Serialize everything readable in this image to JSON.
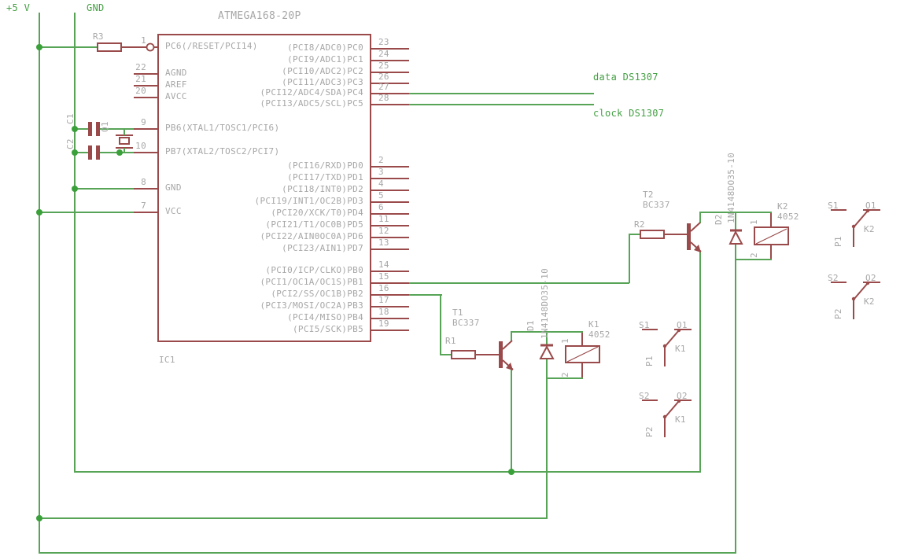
{
  "labels": {
    "power_5v": "+5 V",
    "power_gnd": "GND",
    "net_data": "data DS1307",
    "net_clock": "clock DS1307"
  },
  "ic": {
    "title": "ATMEGA168-20P",
    "ref": "IC1",
    "left_pins": [
      {
        "num": "1",
        "name": "PC6(/RESET/PCI14)"
      },
      {
        "num": "22",
        "name": "AGND"
      },
      {
        "num": "21",
        "name": "AREF"
      },
      {
        "num": "20",
        "name": "AVCC"
      },
      {
        "num": "9",
        "name": "PB6(XTAL1/TOSC1/PCI6)"
      },
      {
        "num": "10",
        "name": "PB7(XTAL2/TOSC2/PCI7)"
      },
      {
        "num": "8",
        "name": "GND"
      },
      {
        "num": "7",
        "name": "VCC"
      }
    ],
    "right_pins": [
      {
        "num": "23",
        "name": "(PCI8/ADC0)PC0"
      },
      {
        "num": "24",
        "name": "(PCI9/ADC1)PC1"
      },
      {
        "num": "25",
        "name": "(PCI10/ADC2)PC2"
      },
      {
        "num": "26",
        "name": "(PCI11/ADC3)PC3"
      },
      {
        "num": "27",
        "name": "(PCI12/ADC4/SDA)PC4"
      },
      {
        "num": "28",
        "name": "(PCI13/ADC5/SCL)PC5"
      },
      {
        "num": "2",
        "name": "(PCI16/RXD)PD0"
      },
      {
        "num": "3",
        "name": "(PCI17/TXD)PD1"
      },
      {
        "num": "4",
        "name": "(PCI18/INT0)PD2"
      },
      {
        "num": "5",
        "name": "(PCI19/INT1/OC2B)PD3"
      },
      {
        "num": "6",
        "name": "(PCI20/XCK/T0)PD4"
      },
      {
        "num": "11",
        "name": "(PCI21/T1/OC0B)PD5"
      },
      {
        "num": "12",
        "name": "(PCI22/AIN0OC0A)PD6"
      },
      {
        "num": "13",
        "name": "(PCI23/AIN1)PD7"
      },
      {
        "num": "14",
        "name": "(PCI0/ICP/CLKO)PB0"
      },
      {
        "num": "15",
        "name": "(PCI1/OC1A/OC1S)PB1"
      },
      {
        "num": "16",
        "name": "(PCI2/SS/OC1B)PB2"
      },
      {
        "num": "17",
        "name": "(PCI3/MOSI/OC2A)PB3"
      },
      {
        "num": "18",
        "name": "(PCI4/MISO)PB4"
      },
      {
        "num": "19",
        "name": "(PCI5/SCK)PB5"
      }
    ]
  },
  "components": {
    "r3": {
      "ref": "R3"
    },
    "r1": {
      "ref": "R1"
    },
    "r2": {
      "ref": "R2"
    },
    "c1": {
      "ref": "C1"
    },
    "c2": {
      "ref": "C2"
    },
    "q1": {
      "ref": "Q1"
    },
    "t1": {
      "ref": "T1",
      "value": "BC337"
    },
    "t2": {
      "ref": "T2",
      "value": "BC337"
    },
    "d1": {
      "ref": "D1",
      "value": "1N4148DO35-10"
    },
    "d2": {
      "ref": "D2",
      "value": "1N4148DO35-10"
    },
    "k1": {
      "ref": "K1",
      "value": "4052",
      "pin1": "1",
      "pin2": "2"
    },
    "k2": {
      "ref": "K2",
      "value": "4052",
      "pin1": "1",
      "pin2": "2"
    }
  },
  "switches": [
    {
      "s": "S1",
      "o": "O1",
      "p": "P1",
      "k": "K1"
    },
    {
      "s": "S2",
      "o": "O2",
      "p": "P2",
      "k": "K1"
    },
    {
      "s": "S1",
      "o": "O1",
      "p": "P1",
      "k": "K2"
    },
    {
      "s": "S2",
      "o": "O2",
      "p": "P2",
      "k": "K2"
    }
  ],
  "colors": {
    "wire_green": "#57A457",
    "component_red": "#9A4A4A",
    "text_grey": "#A7A7A7",
    "net_label_green": "#44A044",
    "junction_green": "#3AA03A"
  }
}
